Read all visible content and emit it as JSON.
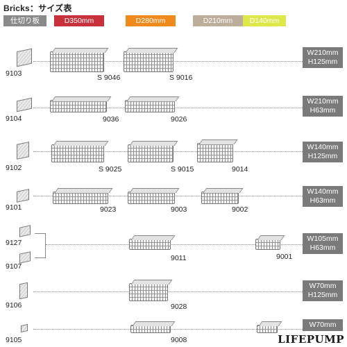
{
  "title": "Bricks：サイズ表",
  "headers": {
    "divider": "仕切り板",
    "d350": "D350mm",
    "d280": "D280mm",
    "d210": "D210mm",
    "d140": "D140mm"
  },
  "colors": {
    "d350": "#c8303c",
    "d280": "#f08a1c",
    "d210": "#bcae9a",
    "d140": "#dfe84a",
    "divider": "#8a8a8a",
    "size_badge": "#7a7a7a"
  },
  "rows": [
    {
      "divider": "9103",
      "sizes": [
        "W210mm",
        "H125mm"
      ],
      "d350": "S 9046",
      "d280": "S 9016"
    },
    {
      "divider": "9104",
      "sizes": [
        "W210mm",
        "H63mm"
      ],
      "d350": "9036",
      "d280": "9026"
    },
    {
      "divider": "9102",
      "sizes": [
        "W140mm",
        "H125mm"
      ],
      "d350": "S 9025",
      "d280": "S 9015",
      "d210": "9014"
    },
    {
      "divider": "9101",
      "sizes": [
        "W140mm",
        "H63mm"
      ],
      "d350": "9023",
      "d280": "9003",
      "d210": "9002"
    },
    {
      "dividers": [
        "9127",
        "9107"
      ],
      "sizes": [
        "W105mm",
        "H63mm"
      ],
      "d280": "9011",
      "d140": "9001"
    },
    {
      "divider": "9106",
      "sizes": [
        "W70mm",
        "H125mm"
      ],
      "d280": "9028"
    },
    {
      "divider": "9105",
      "sizes": [
        "W70mm"
      ],
      "d280": "9008"
    }
  ],
  "brand": "LIFEPUMP"
}
